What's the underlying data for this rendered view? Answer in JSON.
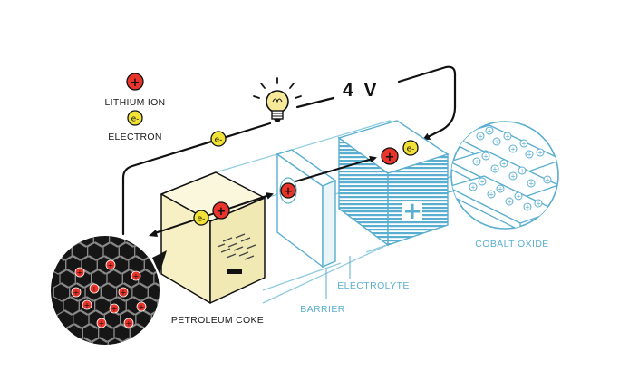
{
  "legend": {
    "ion_label": "LITHIUM ION",
    "electron_label": "ELECTRON",
    "ion_symbol": "+",
    "electron_symbol": "e-"
  },
  "voltage": "4 V",
  "labels": {
    "anode": "PETROLEUM COKE",
    "barrier": "BARRIER",
    "electrolyte": "ELECTROLYTE",
    "cathode": "COBALT OXIDE"
  },
  "terminals": {
    "negative": "−",
    "positive": "+"
  },
  "colors": {
    "ion_red": "#e8342a",
    "electron_yellow": "#f2e236",
    "anode_face": "#f6f0c4",
    "anode_top": "#fbf7dc",
    "cathode_blue": "#5aaed0",
    "wire": "#111111",
    "electrolyte_line": "#8fcbe0",
    "zoom_dark": "#161616"
  }
}
